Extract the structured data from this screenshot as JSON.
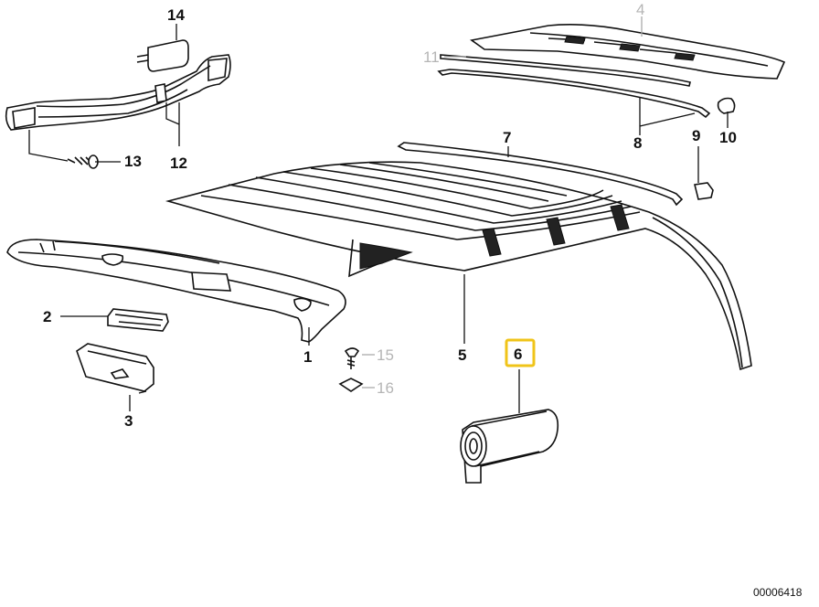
{
  "parts": [
    {
      "id": "p14",
      "label": "14",
      "muted": false
    },
    {
      "id": "p12",
      "label": "12",
      "muted": false
    },
    {
      "id": "p13",
      "label": "13",
      "muted": false
    },
    {
      "id": "p4",
      "label": "4",
      "muted": true
    },
    {
      "id": "p11",
      "label": "11",
      "muted": true
    },
    {
      "id": "p8",
      "label": "8",
      "muted": false
    },
    {
      "id": "p9",
      "label": "9",
      "muted": false
    },
    {
      "id": "p10",
      "label": "10",
      "muted": false
    },
    {
      "id": "p7",
      "label": "7",
      "muted": false
    },
    {
      "id": "p2",
      "label": "2",
      "muted": false
    },
    {
      "id": "p1",
      "label": "1",
      "muted": false
    },
    {
      "id": "p15",
      "label": "15",
      "muted": true
    },
    {
      "id": "p16",
      "label": "16",
      "muted": true
    },
    {
      "id": "p3",
      "label": "3",
      "muted": false
    },
    {
      "id": "p5",
      "label": "5",
      "muted": false
    },
    {
      "id": "p6",
      "label": "6",
      "muted": false,
      "highlighted": true
    }
  ],
  "highlight_color": "#f0c419",
  "muted_color": "#b5b5b5",
  "reference_number": "00006418"
}
